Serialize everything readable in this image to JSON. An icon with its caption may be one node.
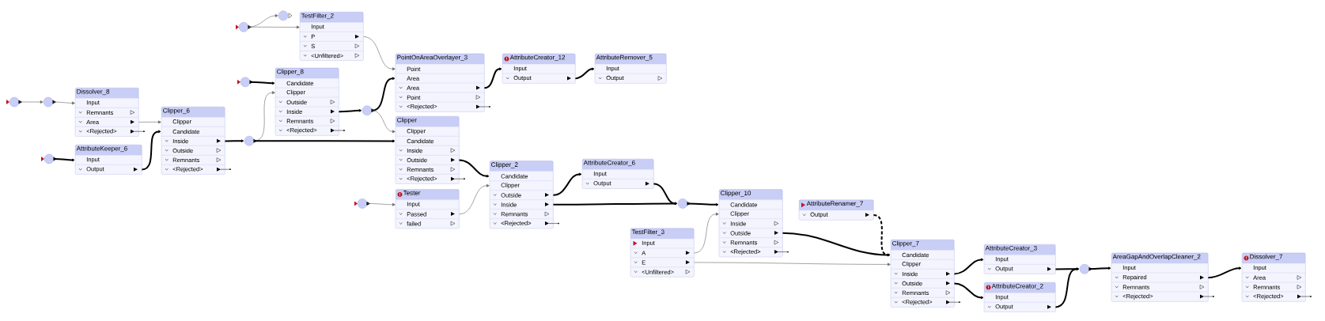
{
  "diagram": {
    "nodes": [
      {
        "text": [],
        "shape": "circle"
      },
      {
        "text": [],
        "shape": "circle"
      },
      {
        "text": [],
        "shape": "circle"
      },
      {
        "text": [
          "Dissolver_8"
        ]
      },
      {
        "text": [
          "Input"
        ],
        "in": 3
      },
      {
        "text": [
          "Remnants"
        ],
        "in": 3
      },
      {
        "text": [
          "Area"
        ],
        "in": 3
      },
      {
        "text": [
          "<Rejected>"
        ],
        "in": 3
      },
      {
        "text": [
          "AttributeKeeper_6"
        ]
      },
      {
        "text": [
          "Input"
        ],
        "in": 8
      },
      {
        "text": [
          "Output"
        ],
        "in": 8
      },
      {
        "text": [
          "Clipper_6"
        ]
      },
      {
        "text": [
          "Clipper"
        ],
        "in": 11
      },
      {
        "text": [
          "Candidate"
        ],
        "in": 11
      },
      {
        "text": [
          "Inside"
        ],
        "in": 11
      },
      {
        "text": [
          "Outside"
        ],
        "in": 11
      },
      {
        "text": [
          "Remnants"
        ],
        "in": 11
      },
      {
        "text": [
          "<Rejected>"
        ],
        "in": 11
      },
      {
        "text": [],
        "shape": "circle"
      },
      {
        "text": [],
        "shape": "circle"
      },
      {
        "text": [],
        "shape": "circle"
      },
      {
        "text": [],
        "shape": "circle"
      },
      {
        "text": [
          "Clipper_8"
        ]
      },
      {
        "text": [
          "Candidate"
        ],
        "in": 22
      },
      {
        "text": [
          "Clipper"
        ],
        "in": 22
      },
      {
        "text": [
          "Outside"
        ],
        "in": 22
      },
      {
        "text": [
          "Inside"
        ],
        "in": 22
      },
      {
        "text": [
          "Remnants"
        ],
        "in": 22
      },
      {
        "text": [
          "<Rejected>"
        ],
        "in": 22
      },
      {
        "text": [
          "TestFilter_2"
        ]
      },
      {
        "text": [
          "Input"
        ],
        "in": 29
      },
      {
        "text": [
          "P"
        ],
        "in": 29
      },
      {
        "text": [
          "S"
        ],
        "in": 29
      },
      {
        "text": [
          "<Unfiltered>"
        ],
        "in": 29
      },
      {
        "text": [],
        "shape": "circle"
      },
      {
        "text": [],
        "shape": "circle"
      },
      {
        "text": [
          "PointOnAreaOverlayer_3"
        ]
      },
      {
        "text": [
          "Point"
        ],
        "in": 36
      },
      {
        "text": [
          "Area"
        ],
        "in": 36
      },
      {
        "text": [
          "Area"
        ],
        "in": 36
      },
      {
        "text": [
          "Point"
        ],
        "in": 36
      },
      {
        "text": [
          "<Rejected>"
        ],
        "in": 36
      },
      {
        "text": [
          "Clipper"
        ]
      },
      {
        "text": [
          "Clipper"
        ],
        "in": 42
      },
      {
        "text": [
          "Candidate"
        ],
        "in": 42
      },
      {
        "text": [
          "Inside"
        ],
        "in": 42
      },
      {
        "text": [
          "Outside"
        ],
        "in": 42
      },
      {
        "text": [
          "Remnants"
        ],
        "in": 42
      },
      {
        "text": [
          "<Rejected>"
        ],
        "in": 42
      },
      {
        "text": [
          "Tester"
        ]
      },
      {
        "text": [
          "Input"
        ],
        "in": 49
      },
      {
        "text": [
          "Passed"
        ],
        "in": 49
      },
      {
        "text": [
          "failed"
        ],
        "in": 49
      },
      {
        "text": [
          "Clipper_2"
        ]
      },
      {
        "text": [
          "Candidate"
        ],
        "in": 53
      },
      {
        "text": [
          "Clipper"
        ],
        "in": 53
      },
      {
        "text": [
          "Outside"
        ],
        "in": 53
      },
      {
        "text": [
          "Inside"
        ],
        "in": 53
      },
      {
        "text": [
          "Remnants"
        ],
        "in": 53
      },
      {
        "text": [
          "<Rejected>"
        ],
        "in": 53
      },
      {
        "text": [
          "AttributeCreator_12"
        ]
      },
      {
        "text": [
          "Input"
        ],
        "in": 60
      },
      {
        "text": [
          "Output"
        ],
        "in": 60
      },
      {
        "text": [
          "AttributeCreator_6"
        ]
      },
      {
        "text": [
          "Input"
        ],
        "in": 63
      },
      {
        "text": [
          "Output"
        ],
        "in": 63
      },
      {
        "text": [
          "AttributeRemover_5"
        ]
      },
      {
        "text": [
          "Input"
        ],
        "in": 66
      },
      {
        "text": [
          "Output"
        ],
        "in": 66
      },
      {
        "text": [
          "TestFilter_3"
        ]
      },
      {
        "text": [
          "Input"
        ],
        "in": 69
      },
      {
        "text": [
          "A"
        ],
        "in": 69
      },
      {
        "text": [
          "E"
        ],
        "in": 69
      },
      {
        "text": [
          "<Unfiltered>"
        ],
        "in": 69
      },
      {
        "text": [],
        "shape": "circle"
      },
      {
        "text": [
          "Clipper_10"
        ]
      },
      {
        "text": [
          "Candidate"
        ],
        "in": 75
      },
      {
        "text": [
          "Clipper"
        ],
        "in": 75
      },
      {
        "text": [
          "Inside"
        ],
        "in": 75
      },
      {
        "text": [
          "Outside"
        ],
        "in": 75
      },
      {
        "text": [
          "Remnants"
        ],
        "in": 75
      },
      {
        "text": [
          "<Rejected>"
        ],
        "in": 75
      },
      {
        "text": [
          "AttributeRenamer_7"
        ]
      },
      {
        "text": [
          "Output"
        ],
        "in": 82
      },
      {
        "text": [
          "Clipper_7"
        ]
      },
      {
        "text": [
          "Candidate"
        ],
        "in": 84
      },
      {
        "text": [
          "Clipper"
        ],
        "in": 84
      },
      {
        "text": [
          "Inside"
        ],
        "in": 84
      },
      {
        "text": [
          "Outside"
        ],
        "in": 84
      },
      {
        "text": [
          "Remnants"
        ],
        "in": 84
      },
      {
        "text": [
          "<Rejected>"
        ],
        "in": 84
      },
      {
        "text": [
          "AttributeCreator_3"
        ]
      },
      {
        "text": [
          "Input"
        ],
        "in": 91
      },
      {
        "text": [
          "Output"
        ],
        "in": 91
      },
      {
        "text": [
          "AttributeCreator_2"
        ]
      },
      {
        "text": [
          "Input"
        ],
        "in": 94
      },
      {
        "text": [
          "Output"
        ],
        "in": 94
      },
      {
        "text": [],
        "shape": "circle"
      },
      {
        "text": [
          "AreaGapAndOverlapCleaner_2"
        ]
      },
      {
        "text": [
          "Input"
        ],
        "in": 98
      },
      {
        "text": [
          "Repaired"
        ],
        "in": 98
      },
      {
        "text": [
          "Remnants"
        ],
        "in": 98
      },
      {
        "text": [
          "<Rejected>"
        ],
        "in": 98
      },
      {
        "text": [
          "Dissolver_7"
        ]
      },
      {
        "text": [
          "Input"
        ],
        "in": 103
      },
      {
        "text": [
          "Area"
        ],
        "in": 103
      },
      {
        "text": [
          "Remnants"
        ],
        "in": 103
      },
      {
        "text": [
          "<Rejected>"
        ],
        "in": 103
      }
    ],
    "edges": [
      {
        "from": 0,
        "to": 1,
        "arrow": "to",
        "color": "#666666"
      },
      {
        "from": 1,
        "to": 4,
        "arrow": "to",
        "color": "#666666"
      },
      {
        "from": 2,
        "to": 9,
        "arrow": "to"
      },
      {
        "from": 6,
        "to": 12,
        "arrow": "to",
        "color": "#666666"
      },
      {
        "from": 10,
        "to": 13,
        "arrow": "to"
      },
      {
        "from": 14,
        "to": 21,
        "arrow": "to"
      },
      {
        "from": 21,
        "to": 24,
        "arrow": "to",
        "color": "#666666"
      },
      {
        "from": 21,
        "to": 44,
        "arrow": "to"
      },
      {
        "from": 20,
        "to": 23,
        "arrow": "to"
      },
      {
        "from": 18,
        "to": 19,
        "arrow": "to",
        "color": "#666666"
      },
      {
        "from": 18,
        "to": 30,
        "arrow": "to",
        "color": "#666666"
      },
      {
        "from": 31,
        "to": 37,
        "arrow": "to",
        "color": "#666666"
      },
      {
        "from": 26,
        "to": 34,
        "arrow": "to"
      },
      {
        "from": 34,
        "to": 38,
        "arrow": "to"
      },
      {
        "from": 34,
        "to": 43,
        "arrow": "to",
        "color": "#666666"
      },
      {
        "from": 39,
        "to": 61,
        "arrow": "to"
      },
      {
        "from": 62,
        "to": 67,
        "arrow": "to"
      },
      {
        "from": 46,
        "to": 54,
        "arrow": "to"
      },
      {
        "from": 35,
        "to": 50,
        "arrow": "to",
        "color": "#666666"
      },
      {
        "from": 51,
        "to": 55,
        "arrow": "to",
        "color": "#666666"
      },
      {
        "from": 56,
        "to": 64,
        "arrow": "to"
      },
      {
        "from": 57,
        "to": 74,
        "arrow": "to"
      },
      {
        "from": 65,
        "to": 74,
        "arrow": "to"
      },
      {
        "from": 74,
        "to": 76,
        "arrow": "to"
      },
      {
        "from": 71,
        "to": 77,
        "arrow": "to",
        "color": "#666666"
      },
      {
        "from": 72,
        "to": 86,
        "arrow": "to",
        "color": "#666666"
      },
      {
        "from": 79,
        "to": 85,
        "arrow": "to"
      },
      {
        "from": 83,
        "to": 85,
        "arrow": "to",
        "style": "dashed"
      },
      {
        "from": 87,
        "to": 92,
        "arrow": "to"
      },
      {
        "from": 88,
        "to": 95,
        "arrow": "to"
      },
      {
        "from": 93,
        "to": 97,
        "arrow": "to"
      },
      {
        "from": 96,
        "to": 97,
        "arrow": "to"
      },
      {
        "from": 97,
        "to": 99,
        "arrow": "to"
      },
      {
        "from": 100,
        "to": 104,
        "arrow": "to"
      }
    ]
  }
}
